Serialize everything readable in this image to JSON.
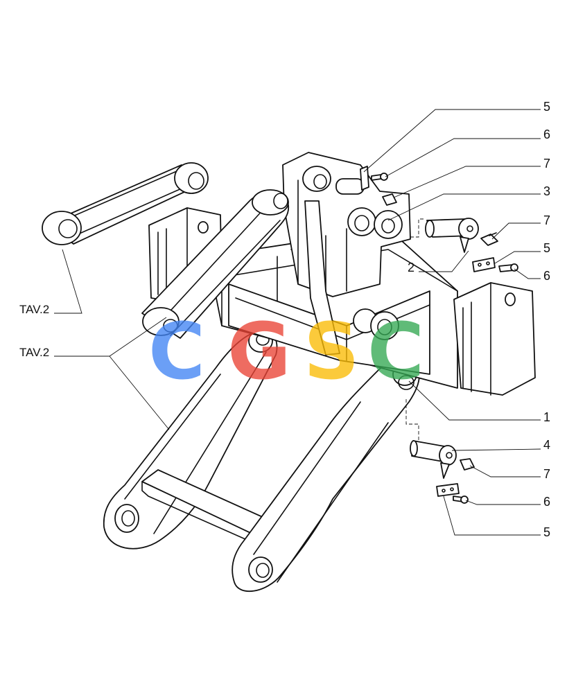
{
  "callouts": [
    "5",
    "6",
    "7",
    "3",
    "7",
    "5",
    "2",
    "6",
    "1",
    "4",
    "7",
    "6",
    "5"
  ],
  "references": [
    "TAV.2",
    "TAV.2"
  ],
  "watermark": {
    "letters": [
      "C",
      "G",
      "S",
      "C"
    ],
    "colors": [
      "#4285F4",
      "#EA4335",
      "#FBBC05",
      "#34A853"
    ]
  }
}
